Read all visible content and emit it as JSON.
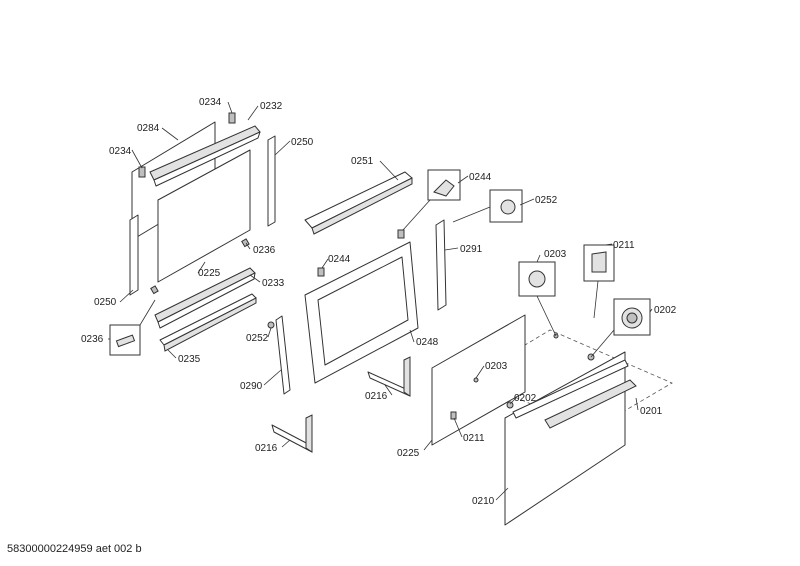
{
  "document_id": "58300000224959 aet 002 b",
  "labels": {
    "p0234a": "0234",
    "p0232": "0232",
    "p0284": "0284",
    "p0234b": "0234",
    "p0250a": "0250",
    "p0251": "0251",
    "p0244a": "0244",
    "p0252a": "0252",
    "p0236a": "0236",
    "p0291": "0291",
    "p0203a": "0203",
    "p0211a": "0211",
    "p0225a": "0225",
    "p0244b": "0244",
    "p0233": "0233",
    "p0250b": "0250",
    "p0202a": "0202",
    "p0236b": "0236",
    "p0252b": "0252",
    "p0248": "0248",
    "p0235": "0235",
    "p0203b": "0203",
    "p0290": "0290",
    "p0216a": "0216",
    "p0202b": "0202",
    "p0201": "0201",
    "p0216b": "0216",
    "p0211b": "0211",
    "p0225b": "0225",
    "p0210": "0210"
  }
}
